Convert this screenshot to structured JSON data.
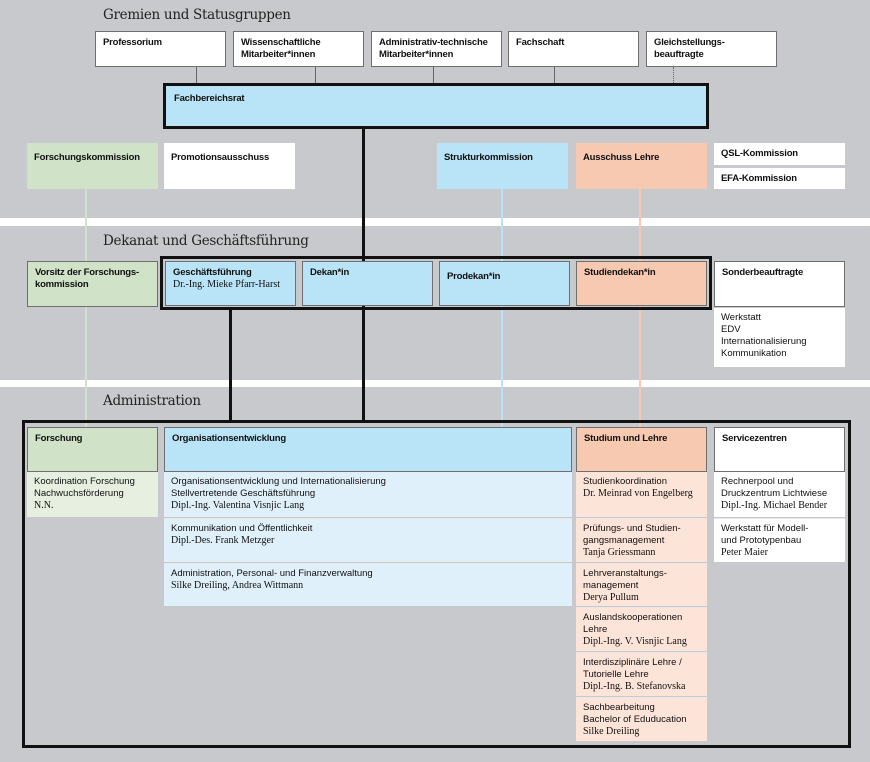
{
  "sections": {
    "gremien": "Gremien und Statusgruppen",
    "dekanat": "Dekanat und Geschäftsführung",
    "administration": "Administration"
  },
  "colors": {
    "background": "#c8c9cc",
    "blue": "#b9e3f7",
    "green": "#d0e3c8",
    "salmon": "#f8c9b1",
    "light_blue": "#dff0fa",
    "light_green": "#e6efe0",
    "light_salmon": "#fde4d8"
  },
  "gremien": [
    "Professorium",
    "Wissenschaftliche Mitarbeiter*innen",
    "Administrativ-technische Mitarbeiter*innen",
    "Fachschaft",
    "Gleichstellungs-beauftragte"
  ],
  "gremien_lines": [
    [
      "Professorium"
    ],
    [
      "Wissenschaftliche",
      "Mitarbeiter*innen"
    ],
    [
      "Administrativ-technische",
      "Mitarbeiter*innen"
    ],
    [
      "Fachschaft"
    ],
    [
      "Gleichstellungs-",
      "beauftragte"
    ]
  ],
  "fachbereichsrat": "Fachbereichsrat",
  "kommissionen": {
    "forschung": "Forschungskommission",
    "promotion": "Promotionsausschuss",
    "struktur": "Strukturkommission",
    "lehre": "Ausschuss Lehre",
    "qsl": "QSL-Kommission",
    "efa": "EFA-Kommission"
  },
  "dekanat": {
    "vorsitz": [
      "Vorsitz der Forschungs-",
      "kommission"
    ],
    "geschaeftsfuehrung": {
      "title": "Geschäftsführung",
      "person": "Dr.-Ing. Mieke Pfarr-Harst"
    },
    "dekan": "Dekan*in",
    "prodekan": "Prodekan*in",
    "studiendekan": "Studiendekan*in",
    "sonderbeauftragte": "Sonderbeauftragte",
    "sonder_items": [
      "Werkstatt",
      "EDV",
      "Internationalisierung",
      "Kommunikation"
    ]
  },
  "administration": {
    "forschung": {
      "title": "Forschung",
      "items": [
        {
          "lines": [
            "Koordination Forschung",
            "Nachwuchsförderung"
          ],
          "person": "N.N."
        }
      ]
    },
    "organisation": {
      "title": "Organisationsentwicklung",
      "items": [
        {
          "lines": [
            "Organisationsentwicklung und Internationalisierung",
            "Stellvertretende Geschäftsführung"
          ],
          "person": "Dipl.-Ing. Valentina Visnjic Lang"
        },
        {
          "lines": [
            "Kommunikation und Öffentlichkeit"
          ],
          "person": "Dipl.-Des. Frank Metzger"
        },
        {
          "lines": [
            "Administration, Personal- und Finanzverwaltung"
          ],
          "person": "Silke Dreiling, Andrea Wittmann"
        }
      ]
    },
    "studium": {
      "title": "Studium und Lehre",
      "items": [
        {
          "lines": [
            "Studienkoordination"
          ],
          "person": "Dr. Meinrad von Engelberg"
        },
        {
          "lines": [
            "Prüfungs- und Studien-",
            "gangsmanagement"
          ],
          "person": "Tanja Griessmann"
        },
        {
          "lines": [
            "Lehrveranstaltungs-",
            "management"
          ],
          "person": "Derya Pullum"
        },
        {
          "lines": [
            "Auslandskooperationen",
            "Lehre"
          ],
          "person": "Dipl.-Ing. V. Visnjic Lang"
        },
        {
          "lines": [
            "Interdisziplinäre Lehre /",
            "Tutorielle Lehre"
          ],
          "person": "Dipl.-Ing. B. Stefanovska"
        },
        {
          "lines": [
            "Sachbearbeitung",
            "Bachelor of Eduducation"
          ],
          "person": "Silke Dreiling"
        }
      ]
    },
    "service": {
      "title": "Servicezentren",
      "items": [
        {
          "lines": [
            "Rechnerpool und",
            "Druckzentrum Lichtwiese"
          ],
          "person": "Dipl.-Ing. Michael Bender"
        },
        {
          "lines": [
            "Werkstatt für Modell-",
            "und Prototypenbau"
          ],
          "person": "Peter Maier"
        }
      ]
    }
  }
}
